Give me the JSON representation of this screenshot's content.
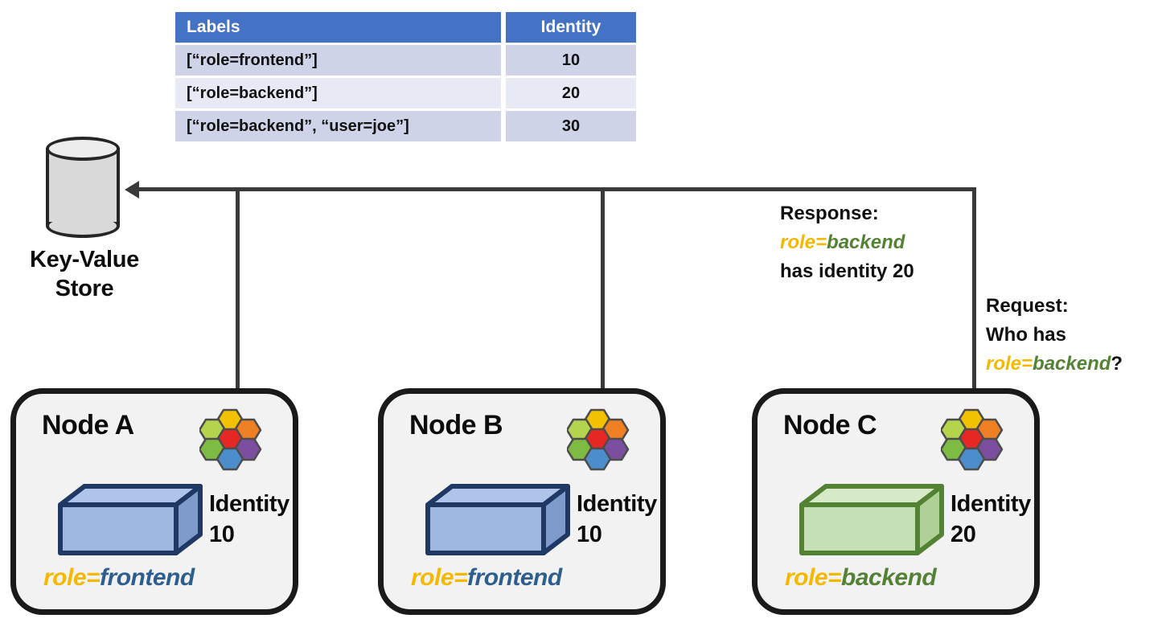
{
  "table": {
    "columns": [
      "Labels",
      "Identity"
    ],
    "rows": [
      {
        "labels": "[“role=frontend”]",
        "identity": "10"
      },
      {
        "labels": "[“role=backend”]",
        "identity": "20"
      },
      {
        "labels": "[“role=backend”, “user=joe”]",
        "identity": "30"
      }
    ],
    "header_color": "#4472C4",
    "row_color_odd": "#CED3E8",
    "row_color_even": "#E7E9F4"
  },
  "store": {
    "caption_line1": "Key-Value",
    "caption_line2": "Store",
    "icon": "database-cylinder-icon"
  },
  "annotations": {
    "response": {
      "line1": "Response:",
      "key": "role=",
      "value": "backend",
      "line3": "has identity 20"
    },
    "request": {
      "line1": "Request:",
      "line2": "Who has",
      "key": "role=",
      "value": "backend",
      "suffix": "?"
    }
  },
  "nodes": [
    {
      "title": "Node A",
      "identity_label": "Identity",
      "identity_value": "10",
      "tag_key": "role=",
      "tag_value": "frontend",
      "tag_value_color": "#2E5E8E",
      "box_fill": "#9DB7E0",
      "box_top_fill": "#AEC4E8",
      "box_side_fill": "#7E9BCB",
      "box_stroke": "#1F3864"
    },
    {
      "title": "Node B",
      "identity_label": "Identity",
      "identity_value": "10",
      "tag_key": "role=",
      "tag_value": "frontend",
      "tag_value_color": "#2E5E8E",
      "box_fill": "#9DB7E0",
      "box_top_fill": "#AEC4E8",
      "box_side_fill": "#7E9BCB",
      "box_stroke": "#1F3864"
    },
    {
      "title": "Node C",
      "identity_label": "Identity",
      "identity_value": "20",
      "tag_key": "role=",
      "tag_value": "backend",
      "tag_value_color": "#548235",
      "box_fill": "#C5E0B4",
      "box_top_fill": "#D6EAC8",
      "box_side_fill": "#AFD197",
      "box_stroke": "#548235"
    }
  ],
  "hex_logo": {
    "name": "cilium-hexagon-cluster-icon",
    "colors": {
      "top": "#F2C200",
      "upper_left": "#B5D44E",
      "upper_right": "#EE7F22",
      "center": "#E52823",
      "lower_left": "#7DBB42",
      "lower_right": "#7B4EA0",
      "bottom": "#4B8ECB",
      "stroke": "#4D4D4D"
    }
  },
  "connectors": {
    "color": "#3a3a3a",
    "arrow_to_store": "arrow-left-icon",
    "arrow_to_node": "arrow-down-icon"
  }
}
